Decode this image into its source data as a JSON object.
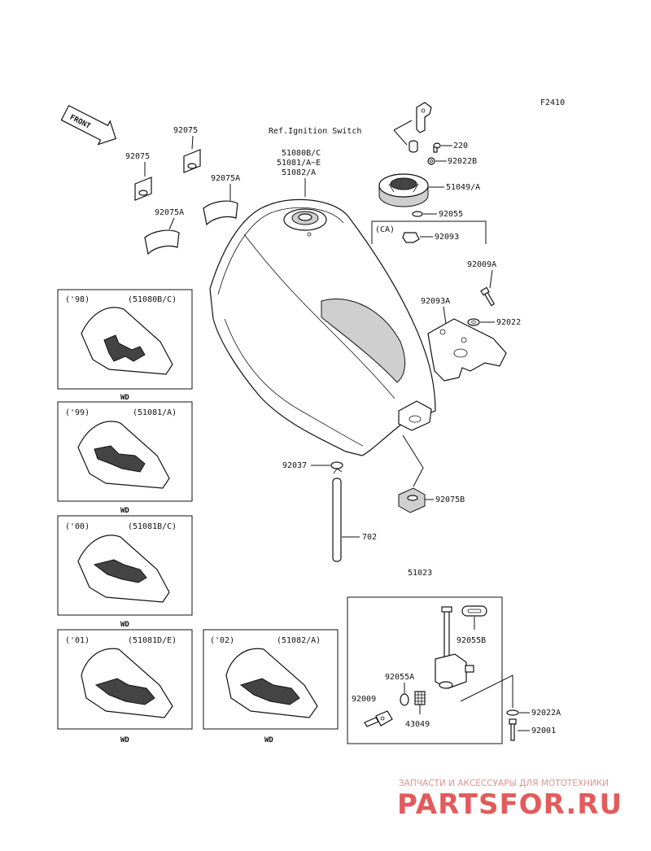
{
  "figure_code": "F2410",
  "front_label": "FRONT",
  "ref_ignition": "Ref.Ignition Switch",
  "parts": {
    "p220": "220",
    "p92022B": "92022B",
    "p51049A": "51049/A",
    "p92055": "92055",
    "p92093": "92093",
    "ca_label": "(CA)",
    "p92009A": "92009A",
    "p92093A": "92093A",
    "p92022": "92022",
    "tank_line1": "51080B/C",
    "tank_line2": "51081/A~E",
    "tank_line3": "51082/A",
    "p92075_a": "92075",
    "p92075_b": "92075",
    "p92075A_a": "92075A",
    "p92075A_b": "92075A",
    "p92037": "92037",
    "p702": "702",
    "p92075B": "92075B",
    "p51023": "51023",
    "p92055B": "92055B",
    "p92055A": "92055A",
    "p92009": "92009",
    "p43049": "43049",
    "p92022A": "92022A",
    "p92001": "92001"
  },
  "variants": [
    {
      "year": "('98)",
      "code": "(51080B/C)",
      "foot": "WD"
    },
    {
      "year": "('99)",
      "code": "(51081/A)",
      "foot": "WD"
    },
    {
      "year": "('00)",
      "code": "(51081B/C)",
      "foot": "WD"
    },
    {
      "year": "('01)",
      "code": "(51081D/E)",
      "foot": "WD"
    },
    {
      "year": "('02)",
      "code": "(51082/A)",
      "foot": "WD"
    }
  ],
  "watermark": {
    "top": "ЗАПЧАСТИ И АКСЕССУАРЫ ДЛЯ МОТОТЕХНИКИ",
    "logo": "PARTSFOR.RU",
    "color": "#e04a4a"
  }
}
